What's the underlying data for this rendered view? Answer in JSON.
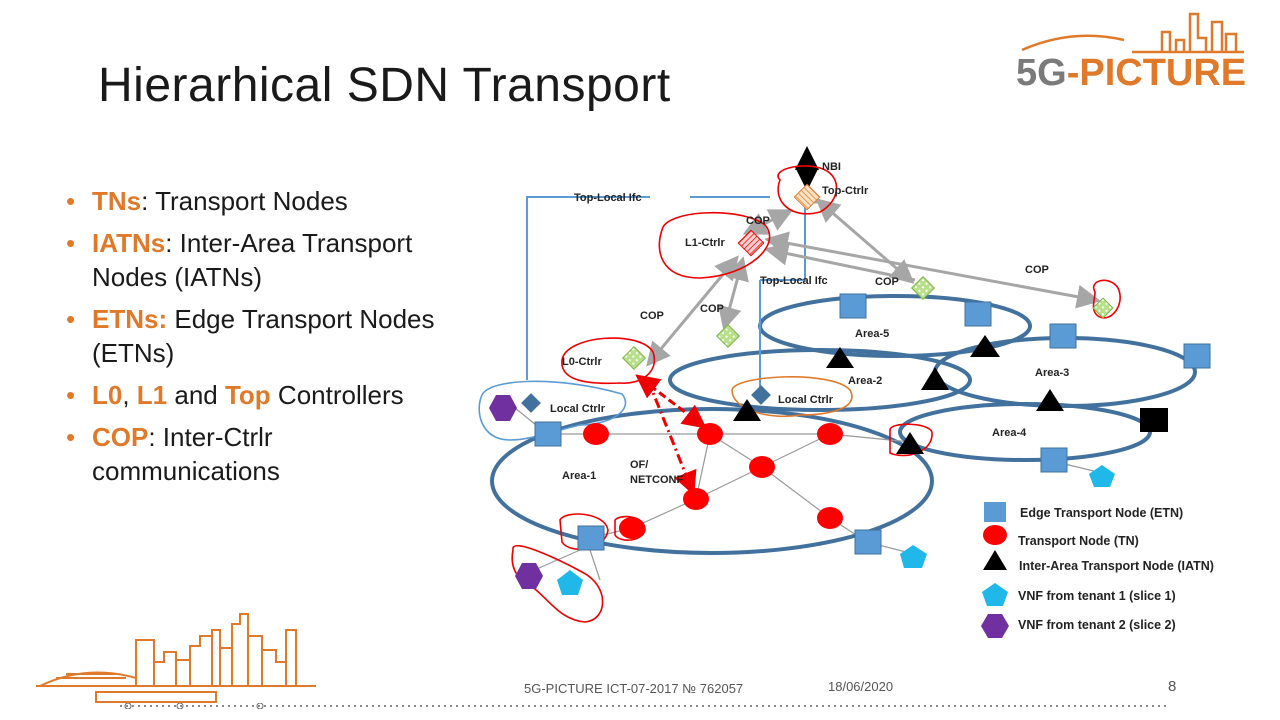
{
  "slide": {
    "title": "Hierarhical SDN Transport",
    "logo_prefix": "5G",
    "logo_suffix": "-PICTURE",
    "bullets": [
      {
        "term": "TNs",
        "rest": ": Transport Nodes"
      },
      {
        "term": "IATNs",
        "rest": ": Inter-Area Transport Nodes (IATNs)"
      },
      {
        "term": "ETNs:",
        "rest": " Edge Transport Nodes (ETNs)"
      },
      {
        "term1": "L0",
        "sep1": ", ",
        "term2": "L1",
        "sep2": " and ",
        "term3": "Top",
        "rest": " Controllers"
      },
      {
        "term": "COP",
        "rest": ": Inter-Ctrlr communications"
      }
    ],
    "footer": {
      "project": "5G-PICTURE ICT-07-2017 № 762057",
      "date": "18/06/2020",
      "page": "8"
    }
  },
  "diagram": {
    "labels": {
      "nbi": "NBI",
      "top_ctrlr": "Top-Ctrlr",
      "top_local_ifc_1": "Top-Local Ifc",
      "top_local_ifc_2": "Top-Local Ifc",
      "l1_ctrlr": "L1-Ctrlr",
      "l0_ctrlr": "L0-Ctrlr",
      "local_ctrlr_1": "Local Ctrlr",
      "local_ctrlr_2": "Local Ctrlr",
      "cop_1": "COP",
      "cop_2": "COP",
      "cop_3": "COP",
      "cop_4": "COP",
      "cop_5": "COP",
      "area1": "Area-1",
      "area2": "Area-2",
      "area3": "Area-3",
      "area4": "Area-4",
      "area5": "Area-5",
      "of_netconf_1": "OF/",
      "of_netconf_2": "NETCONF"
    },
    "legend": [
      {
        "label": "Edge Transport Node (ETN)",
        "icon": "blue-square"
      },
      {
        "label": "Transport Node (TN)",
        "icon": "red-circle"
      },
      {
        "label": "Inter-Area Transport Node (IATN)",
        "icon": "black-triangle"
      },
      {
        "label": "VNF from tenant 1 (slice 1)",
        "icon": "cyan-pentagon"
      },
      {
        "label": "VNF from tenant 2 (slice 2)",
        "icon": "purple-hexagon"
      }
    ],
    "colors": {
      "etn": "#5b9bd5",
      "tn": "#ff0000",
      "iatn": "#000000",
      "vnf1": "#1fb8e8",
      "vnf2": "#7030a0",
      "ring": "#41719c",
      "accent": "#e07a2a"
    }
  }
}
